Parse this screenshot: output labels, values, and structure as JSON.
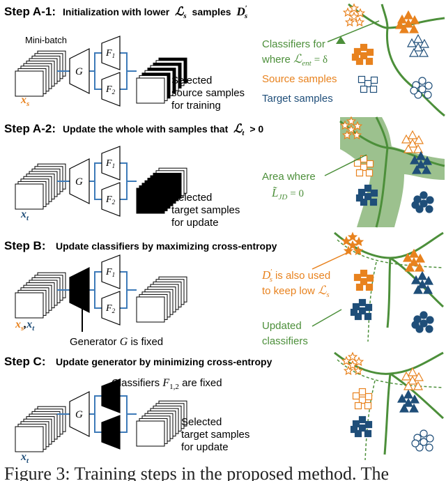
{
  "steps": [
    {
      "id": "A-1",
      "label": "Step A-1:",
      "desc": "Initialization with lower",
      "desc_math": "ℒ",
      "desc_sub": "s",
      "desc_tail": "samples",
      "desc_D": "D",
      "desc_D_sup": "′",
      "desc_D_sub": "s",
      "input_label": "x",
      "input_sub": "s",
      "minibatch": "Mini-batch",
      "generator": "G",
      "f1": "F",
      "f1_sub": "1",
      "f2": "F",
      "f2_sub": "2",
      "output_lines": [
        "Selected",
        "source samples",
        "for training"
      ]
    },
    {
      "id": "A-2",
      "label": "Step A-2:",
      "desc": "Update the whole with samples that",
      "desc_math": "ℒ",
      "desc_sub": "t",
      "desc_tail": "> 0",
      "input_label": "x",
      "input_sub": "t",
      "generator": "G",
      "f1": "F",
      "f1_sub": "1",
      "f2": "F",
      "f2_sub": "2",
      "output_lines": [
        "Selected",
        "target samples",
        "for update"
      ]
    },
    {
      "id": "B",
      "label": "Step B:",
      "desc": "Update classifiers by maximizing cross-entropy",
      "input_label": "x",
      "input_sub": "s",
      "input_label2": "x",
      "input_sub2": "t",
      "f1": "F",
      "f1_sub": "1",
      "f2": "F",
      "f2_sub": "2",
      "note": "Generator",
      "note_math": "G",
      "note_tail": "is fixed"
    },
    {
      "id": "C",
      "label": "Step C:",
      "desc": "Update generator by minimizing cross-entropy",
      "input_label": "x",
      "input_sub": "t",
      "generator": "G",
      "note": "Classifiers",
      "note_math": "F",
      "note_sub": "1,2",
      "note_tail": "are fixed",
      "output_lines": [
        "Selected",
        "target samples",
        "for update"
      ]
    }
  ],
  "annotations": {
    "classifiers_line1": "Classifiers for",
    "classifiers_line2": "where",
    "classifiers_math": "ℒ",
    "classifiers_sub": "ent",
    "classifiers_eq": "= δ",
    "source_samples": "Source samples",
    "target_samples": "Target samples",
    "area_line1": "Area where",
    "area_math": "L̃",
    "area_sub": "JD",
    "area_eq": "= 0",
    "ds_line1_math": "D",
    "ds_line1_sup": "′",
    "ds_line1_sub": "s",
    "ds_line1_tail": "is also used",
    "ds_line2": "to keep low",
    "ds_line2_math": "ℒ",
    "ds_line2_sub": "s",
    "updated_line1": "Updated",
    "updated_line2": "classifiers"
  },
  "caption": "Figure 3: Training steps in the proposed method. The",
  "colors": {
    "green": "#4c8f3a",
    "orange": "#e8821e",
    "navy": "#1f4e79",
    "light_green": "#9cc18e",
    "wire_blue": "#3d7ab8"
  }
}
